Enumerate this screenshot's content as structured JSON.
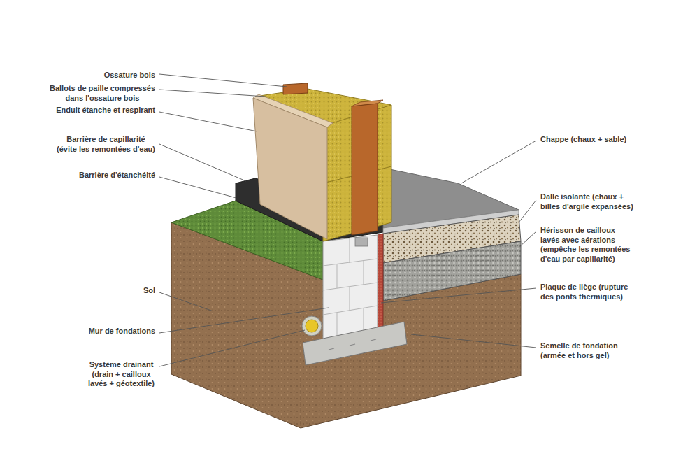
{
  "diagram": {
    "labels": [
      "Ossature bois",
      "Ballots de paille compressés dans l'ossature bois",
      "Enduit étanche et respirant",
      "Barrière de capillarité (évite les remontées d'eau)",
      "Barrière d'étanchéité",
      "Sol",
      "Mur de fondations",
      "Système drainant (drain + cailloux lavés + géotextile)",
      "Chappe (chaux + sable)",
      "Dalle isolante (chaux + billes d'argile expansées)",
      "Hérisson de cailloux lavés avec aérations (empêche les remontées d'eau par capillarité)",
      "Plaque de liège (rupture des ponts thermiques)",
      "Semelle de fondation (armée et hors gel)"
    ]
  }
}
